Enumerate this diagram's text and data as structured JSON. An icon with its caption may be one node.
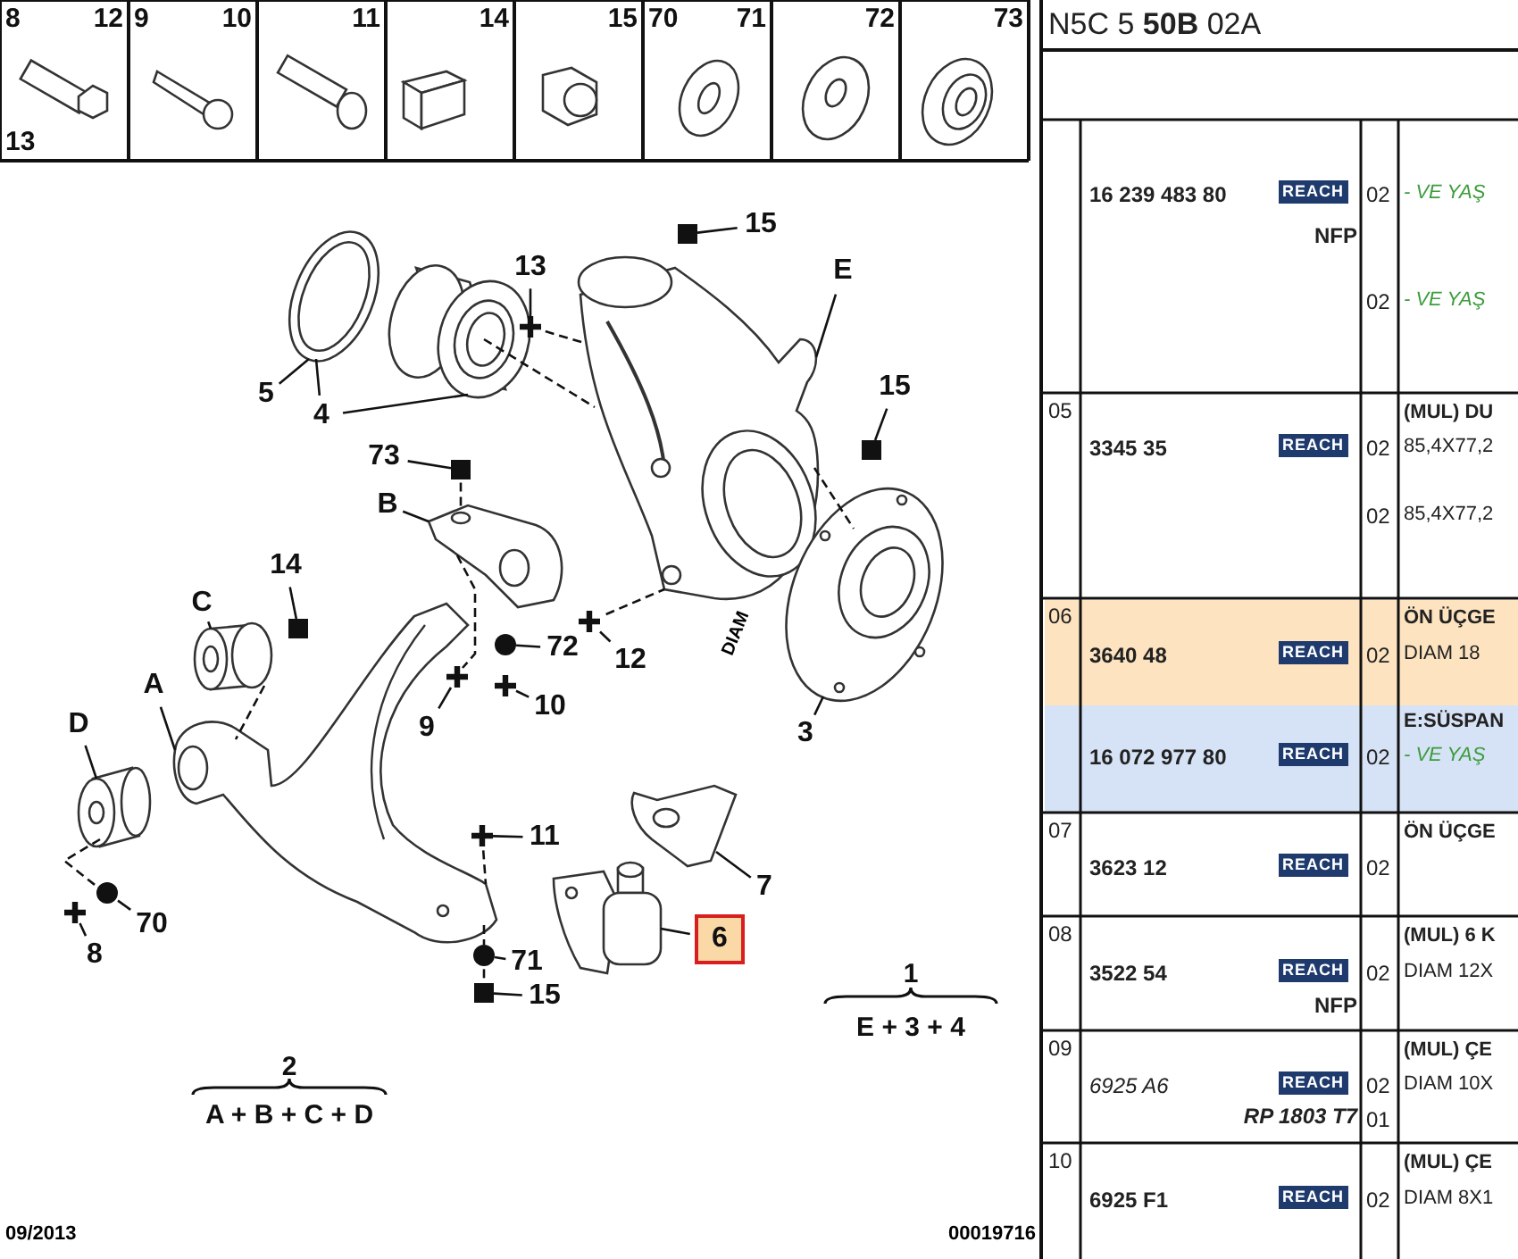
{
  "diagram": {
    "title": "N5C 5 **50B** 02A",
    "nodes": [
      {
        "text": [
          "15"
        ]
      },
      {
        "text": [],
        "shape": "box"
      },
      {
        "text": [
          "E"
        ]
      },
      {
        "text": [],
        "shape": "picture"
      },
      {
        "text": [
          "13"
        ]
      },
      {
        "text": [],
        "shape": "cross"
      },
      {
        "text": [],
        "shape": "picture"
      },
      {
        "text": [],
        "shape": "picture"
      },
      {
        "text": [
          "5"
        ]
      },
      {
        "text": [
          "4"
        ]
      },
      {
        "text": [
          "15"
        ]
      },
      {
        "text": [],
        "shape": "box"
      },
      {
        "text": [
          "73"
        ]
      },
      {
        "text": [],
        "shape": "box"
      },
      {
        "text": [
          "B"
        ]
      },
      {
        "text": [],
        "shape": "picture"
      },
      {
        "text": [
          "14"
        ]
      },
      {
        "text": [],
        "shape": "box"
      },
      {
        "text": [
          "C"
        ]
      },
      {
        "text": [],
        "shape": "picture"
      },
      {
        "text": [],
        "shape": "circle"
      },
      {
        "text": [
          "72"
        ]
      },
      {
        "text": [],
        "shape": "cross"
      },
      {
        "text": [
          "12"
        ]
      },
      {
        "text": [],
        "shape": "cross"
      },
      {
        "text": [],
        "shape": "cross"
      },
      {
        "text": [
          "10"
        ]
      },
      {
        "text": [
          "9"
        ]
      },
      {
        "text": [
          "A"
        ]
      },
      {
        "text": [],
        "shape": "picture"
      },
      {
        "text": [
          "D"
        ]
      },
      {
        "text": [],
        "shape": "picture"
      },
      {
        "text": [],
        "shape": "picture"
      },
      {
        "text": [
          "3"
        ]
      },
      {
        "text": [],
        "shape": "picture"
      },
      {
        "text": [
          "7"
        ]
      },
      {
        "text": [],
        "shape": "cross"
      },
      {
        "text": [
          "11"
        ]
      },
      {
        "text": [],
        "shape": "circle"
      },
      {
        "text": [
          "70"
        ]
      },
      {
        "text": [],
        "shape": "cross"
      },
      {
        "text": [
          "8"
        ]
      },
      {
        "text": [],
        "shape": "picture"
      },
      {
        "text": [
          "6"
        ]
      },
      {
        "text": [],
        "shape": "circle"
      },
      {
        "text": [
          "71"
        ]
      },
      {
        "text": [],
        "shape": "box"
      },
      {
        "text": [
          "15"
        ]
      }
    ],
    "edges": [
      {
        "from": 0,
        "to": 1,
        "arrow": "none"
      },
      {
        "from": 2,
        "to": 3,
        "arrow": "none"
      },
      {
        "from": 4,
        "to": 5,
        "arrow": "none"
      },
      {
        "from": 8,
        "to": 6,
        "arrow": "none"
      },
      {
        "from": 9,
        "to": 6,
        "arrow": "none"
      },
      {
        "from": 9,
        "to": 7,
        "arrow": "none"
      },
      {
        "from": 10,
        "to": 11,
        "arrow": "none"
      },
      {
        "from": 12,
        "to": 13,
        "arrow": "none"
      },
      {
        "from": 14,
        "to": 15,
        "arrow": "none"
      },
      {
        "from": 16,
        "to": 17,
        "arrow": "none"
      },
      {
        "from": 18,
        "to": 19,
        "arrow": "none"
      },
      {
        "from": 21,
        "to": 20,
        "arrow": "none"
      },
      {
        "from": 23,
        "to": 22,
        "arrow": "none"
      },
      {
        "from": 26,
        "to": 25,
        "arrow": "none"
      },
      {
        "from": 27,
        "to": 24,
        "arrow": "none"
      },
      {
        "from": 28,
        "to": 29,
        "arrow": "none"
      },
      {
        "from": 30,
        "to": 31,
        "arrow": "none"
      },
      {
        "from": 33,
        "to": 32,
        "arrow": "none"
      },
      {
        "from": 35,
        "to": 34,
        "arrow": "none"
      },
      {
        "from": 37,
        "to": 36,
        "arrow": "none"
      },
      {
        "from": 39,
        "to": 38,
        "arrow": "none"
      },
      {
        "from": 41,
        "to": 40,
        "arrow": "none"
      },
      {
        "from": 43,
        "to": 42,
        "arrow": "none"
      },
      {
        "from": 45,
        "to": 44,
        "arrow": "none"
      },
      {
        "from": 47,
        "to": 46,
        "arrow": "none"
      },
      {
        "from": 7,
        "to": 3,
        "arrow": "none",
        "style": "dashed"
      },
      {
        "from": 5,
        "to": 3,
        "arrow": "none",
        "style": "dashed"
      },
      {
        "from": 22,
        "to": 3,
        "arrow": "none",
        "style": "dashed"
      },
      {
        "from": 3,
        "to": 32,
        "arrow": "none",
        "style": "dashed"
      },
      {
        "from": 19,
        "to": 29,
        "arrow": "none",
        "style": "dashed"
      },
      {
        "from": 31,
        "to": 38,
        "arrow": "none",
        "style": "dashed"
      },
      {
        "from": 13,
        "to": 15,
        "arrow": "none",
        "style": "dashed"
      },
      {
        "from": 15,
        "to": 24,
        "arrow": "none",
        "style": "dashed"
      },
      {
        "from": 36,
        "to": 29,
        "arrow": "none",
        "style": "dashed"
      },
      {
        "from": 29,
        "to": 44,
        "arrow": "none",
        "style": "dashed"
      },
      {
        "from": 44,
        "to": 46,
        "arrow": "none",
        "style": "dashed"
      }
    ],
    "labels": [
      "8",
      "12",
      "13",
      "9",
      "10",
      "11",
      "14",
      "15",
      "70",
      "71",
      "72",
      "73",
      "DIAM",
      "1",
      "E + 3 + 4",
      "2",
      "A + B + C + D",
      "16 239 483 80",
      "REACH",
      "02",
      "- VE YAŞ",
      "NFP",
      "02",
      "- VE YAŞ",
      "05",
      "(MUL) DU",
      "3345 35",
      "REACH",
      "02",
      "85,4X77,2",
      "02",
      "85,4X77,2",
      "06",
      "ÖN ÜÇGE",
      "3640 48",
      "REACH",
      "02",
      "DIAM 18",
      "E:SÜSPAN",
      "16 072 977 80",
      "REACH",
      "02",
      "- VE YAŞ",
      "07",
      "ÖN ÜÇGE",
      "3623 12",
      "REACH",
      "02",
      "08",
      "(MUL) 6 K",
      "3522 54",
      "REACH",
      "02",
      "DIAM 12X",
      "NFP",
      "09",
      "(MUL) ÇE",
      "6925 A6",
      "REACH",
      "02",
      "DIAM 10X",
      "RP 1803 T7",
      "01",
      "10",
      "(MUL) ÇE",
      "6925 F1",
      "REACH",
      "02",
      "DIAM 8X1",
      "09/2013",
      "00019716"
    ]
  }
}
